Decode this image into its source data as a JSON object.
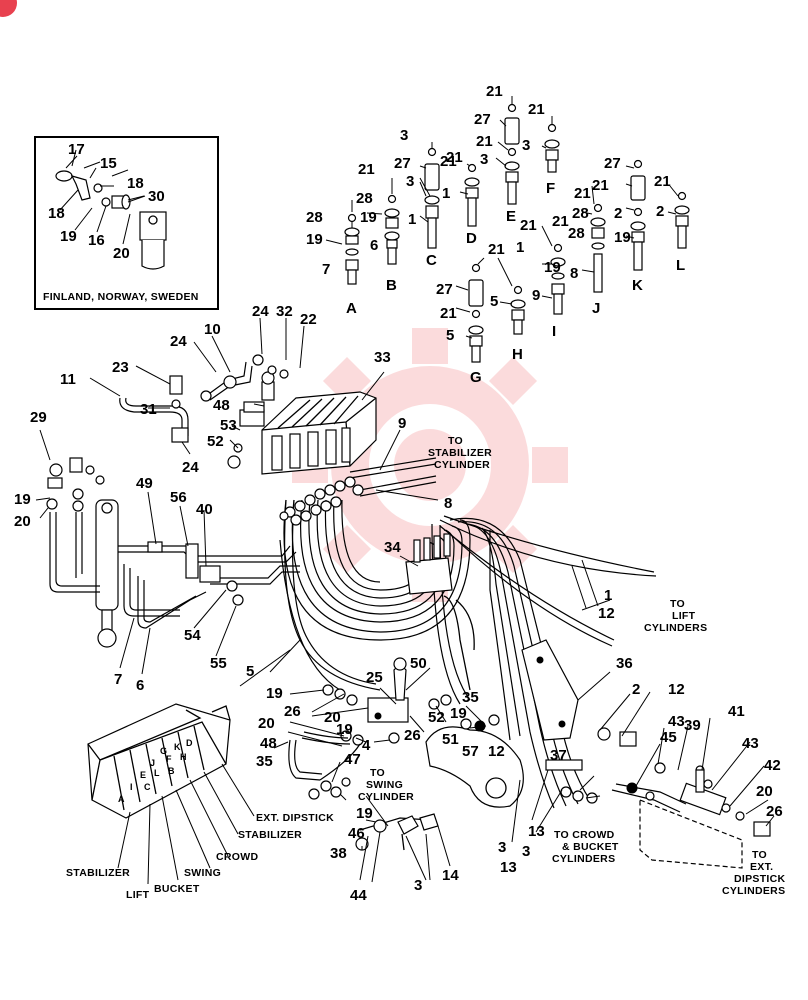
{
  "diagram": {
    "inset_caption": "FINLAND, NORWAY, SWEDEN",
    "notes": {
      "to_stabilizer_cylinder": [
        "TO",
        "STABILIZER",
        "CYLINDER"
      ],
      "to_lift_cylinders": [
        "TO",
        "LIFT",
        "CYLINDERS"
      ],
      "to_swing_cylinder": [
        "TO",
        "SWING",
        "CYLINDER"
      ],
      "to_crowd_bucket_cylinders": [
        "TO CROWD",
        "& BUCKET",
        "CYLINDERS"
      ],
      "to_ext_dipstick_cylinders": [
        "TO",
        "EXT.",
        "DIPSTICK",
        "CYLINDERS"
      ]
    },
    "valve_section_labels": [
      "EXT. DIPSTICK",
      "STABILIZER",
      "CROWD",
      "SWING",
      "BUCKET",
      "LIFT",
      "STABILIZER"
    ],
    "valve_face_letters": [
      "G",
      "K",
      "D",
      "J",
      "F",
      "H",
      "E",
      "L",
      "B",
      "I",
      "C",
      "A"
    ],
    "item_letters": [
      "A",
      "B",
      "C",
      "D",
      "E",
      "F",
      "G",
      "H",
      "I",
      "J",
      "K",
      "L"
    ],
    "callouts": [
      "17",
      "15",
      "18",
      "18",
      "30",
      "19",
      "16",
      "20",
      "21",
      "27",
      "3",
      "21",
      "3",
      "21",
      "27",
      "3",
      "21",
      "1",
      "21",
      "3",
      "21",
      "27",
      "21",
      "21",
      "21",
      "2",
      "28",
      "19",
      "6",
      "7",
      "1",
      "28",
      "19",
      "21",
      "1",
      "28",
      "19",
      "2",
      "8",
      "9",
      "21",
      "28",
      "19",
      "21",
      "27",
      "21",
      "5",
      "5",
      "24",
      "32",
      "22",
      "10",
      "24",
      "23",
      "11",
      "31",
      "48",
      "33",
      "53",
      "52",
      "24",
      "9",
      "8",
      "29",
      "19",
      "20",
      "49",
      "56",
      "40",
      "54",
      "55",
      "7",
      "6",
      "34",
      "1",
      "12",
      "5",
      "36",
      "25",
      "50",
      "19",
      "35",
      "26",
      "19",
      "20",
      "20",
      "26",
      "19",
      "52",
      "51",
      "57",
      "12",
      "4",
      "35",
      "48",
      "37",
      "2",
      "12",
      "43",
      "45",
      "39",
      "41",
      "43",
      "42",
      "20",
      "26",
      "47",
      "19",
      "46",
      "38",
      "44",
      "3",
      "14",
      "13",
      "3",
      "13",
      "3"
    ]
  }
}
